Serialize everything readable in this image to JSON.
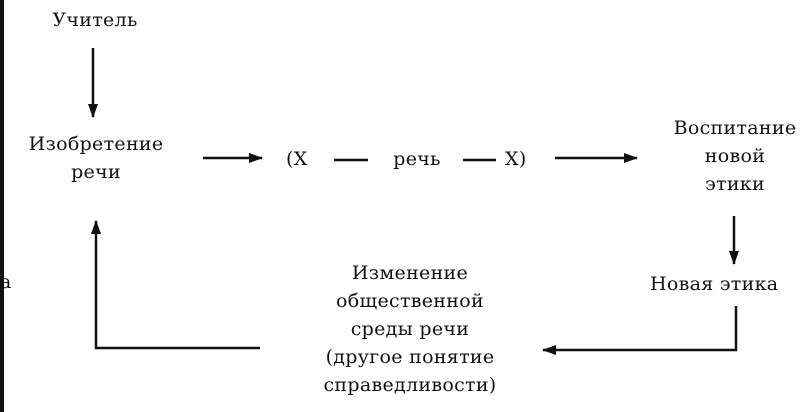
{
  "diagram": {
    "teacher": "Учитель",
    "invention": [
      "Изобретение",
      "речи"
    ],
    "speech_formula": {
      "open": "(X",
      "center": "речь",
      "close": "X)"
    },
    "upbringing": [
      "Воспитание",
      "новой",
      "этики"
    ],
    "new_ethics": "Новая этика",
    "change": [
      "Изменение",
      "общественной",
      "среды речи",
      "(другое понятие",
      "справедливости)"
    ],
    "left_fragment": "a"
  },
  "colors": {
    "ink": "#111111",
    "background": "#ffffff"
  }
}
